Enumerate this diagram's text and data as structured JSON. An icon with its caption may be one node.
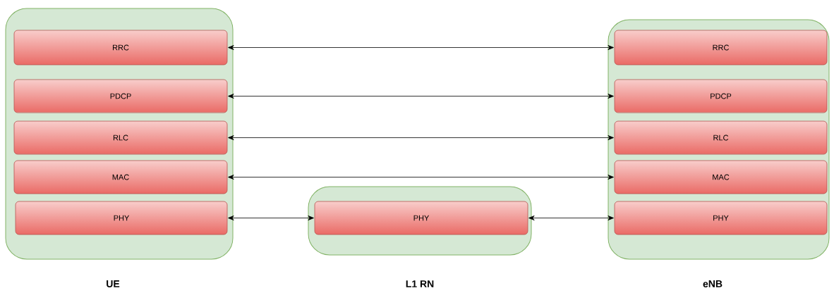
{
  "diagram": {
    "nodes": [
      {
        "text": [
          "UE"
        ]
      },
      {
        "text": [
          "RRC"
        ],
        "in": 0
      },
      {
        "text": [
          "PDCP"
        ],
        "in": 0
      },
      {
        "text": [
          "RLC"
        ],
        "in": 0
      },
      {
        "text": [
          "MAC"
        ],
        "in": 0
      },
      {
        "text": [
          "PHY"
        ],
        "in": 0
      },
      {
        "text": [
          "L1 RN"
        ]
      },
      {
        "text": [
          "PHY"
        ],
        "in": 6
      },
      {
        "text": [
          "eNB"
        ]
      },
      {
        "text": [
          "RRC"
        ],
        "in": 8
      },
      {
        "text": [
          "PDCP"
        ],
        "in": 8
      },
      {
        "text": [
          "RLC"
        ],
        "in": 8
      },
      {
        "text": [
          "MAC"
        ],
        "in": 8
      },
      {
        "text": [
          "PHY"
        ],
        "in": 8
      }
    ],
    "edges": [
      {
        "from": 1,
        "to": 9,
        "arrow": "both"
      },
      {
        "from": 2,
        "to": 10,
        "arrow": "both"
      },
      {
        "from": 3,
        "to": 11,
        "arrow": "both"
      },
      {
        "from": 4,
        "to": 12,
        "arrow": "both"
      },
      {
        "from": 5,
        "to": 7,
        "arrow": "both"
      },
      {
        "from": 7,
        "to": 13,
        "arrow": "both"
      }
    ]
  }
}
